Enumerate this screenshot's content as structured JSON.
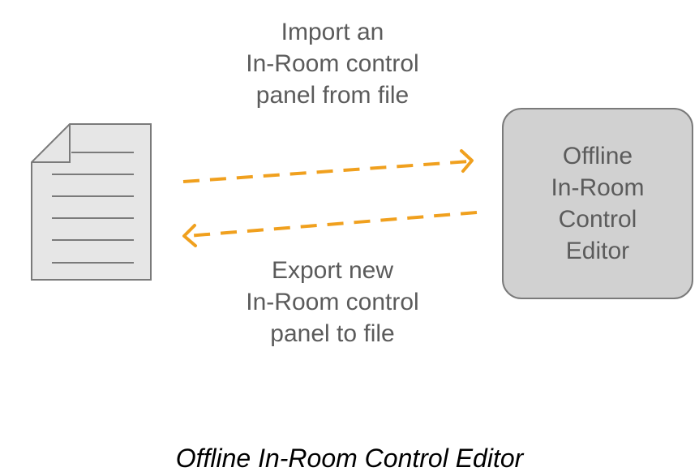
{
  "import_label": "Import an\nIn-Room control\npanel from file",
  "export_label": "Export new\nIn-Room control\npanel to file",
  "editor_label": "Offline\nIn-Room\nControl\nEditor",
  "caption": "Offline In-Room Control Editor",
  "icons": {
    "document": "document-icon"
  },
  "colors": {
    "arrow": "#f0a01e",
    "box_fill": "#d1d1d1",
    "box_stroke": "#7a7a7a",
    "text": "#5b5b5b",
    "document_fill": "#e6e6e6"
  }
}
